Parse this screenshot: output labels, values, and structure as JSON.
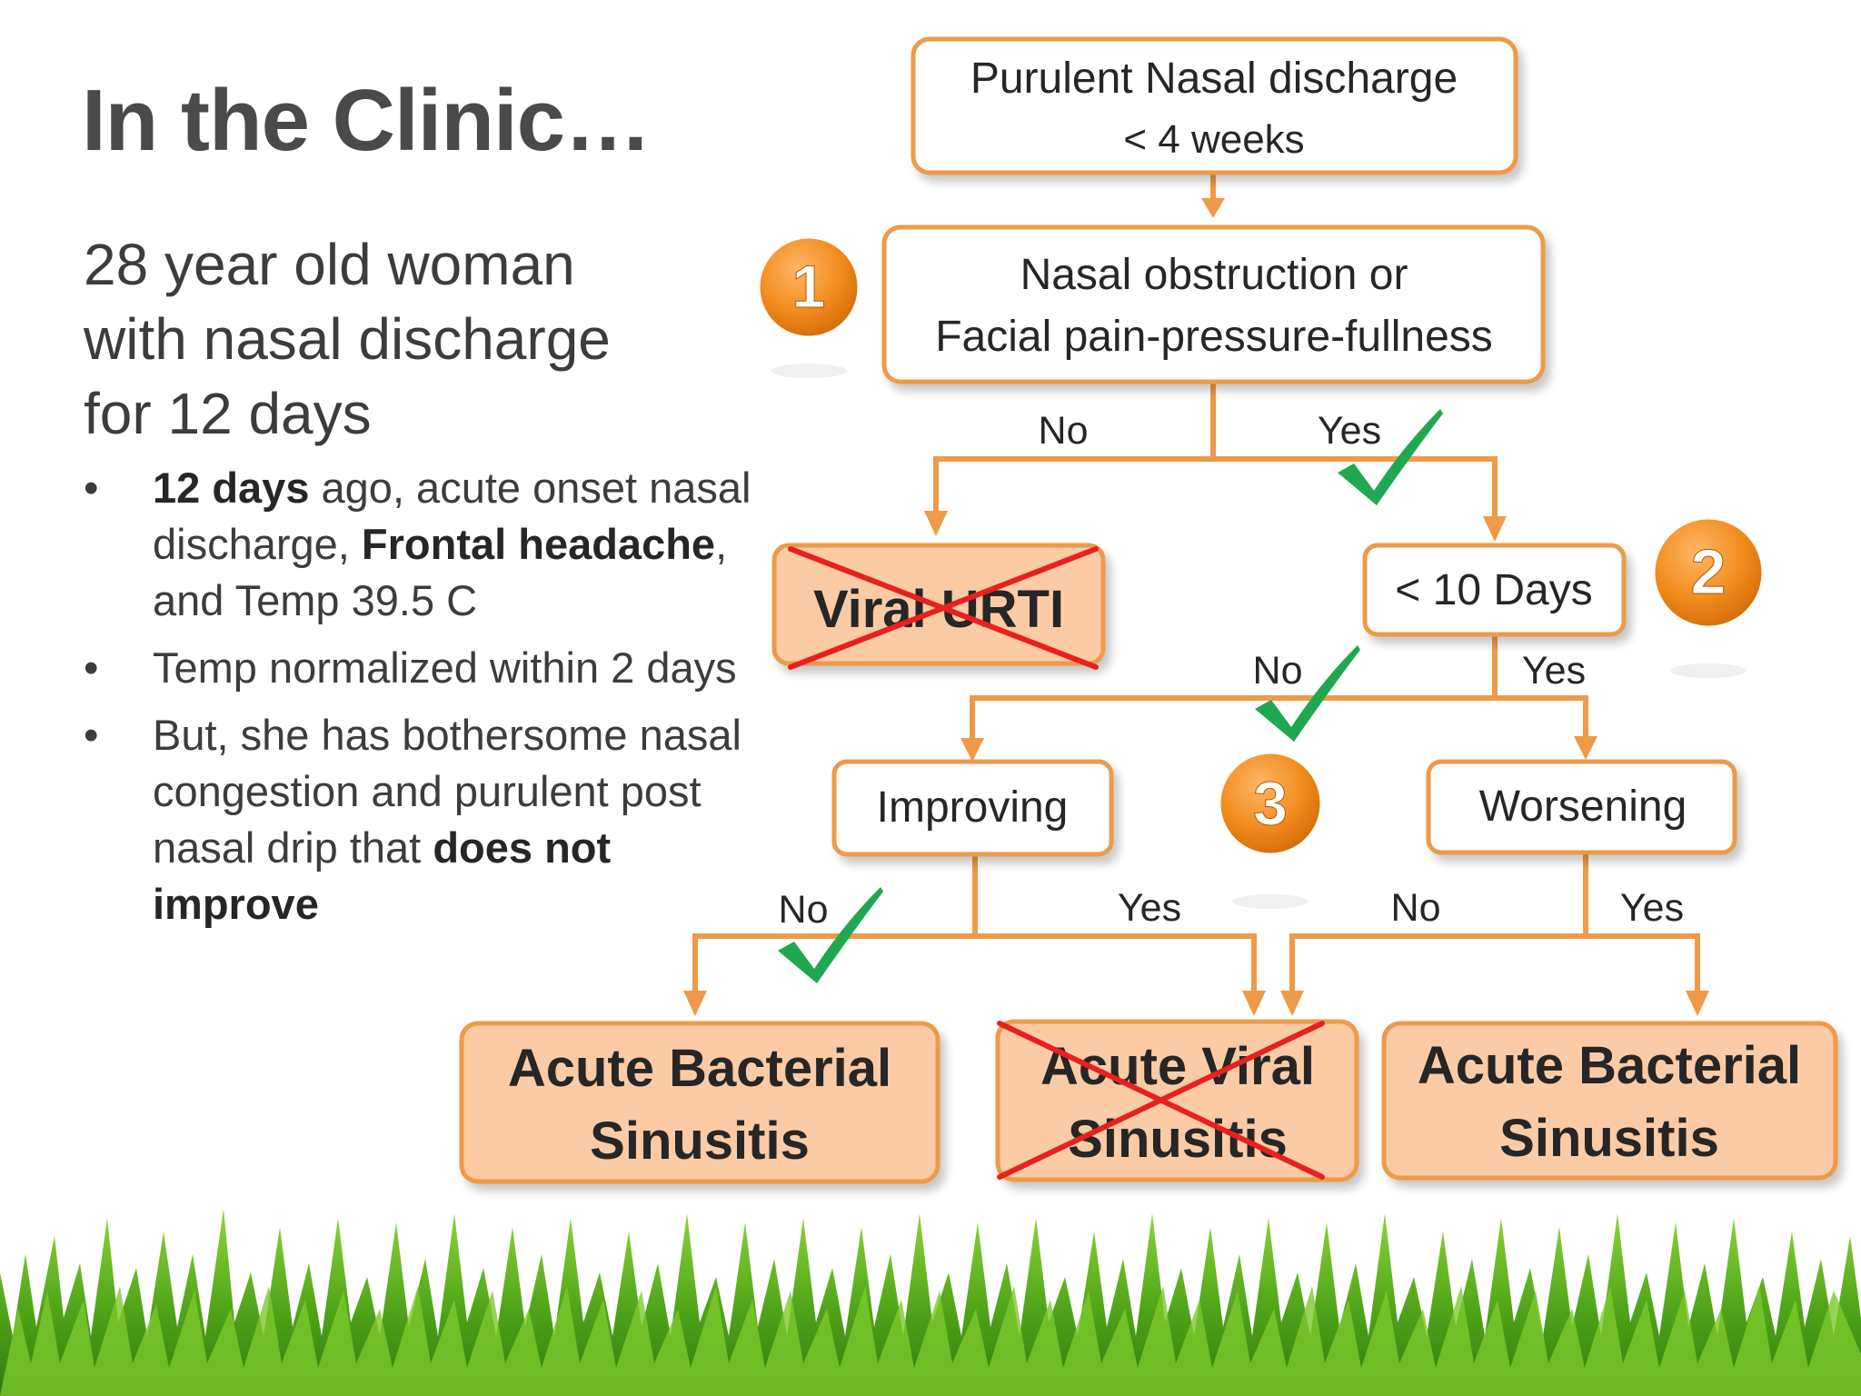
{
  "title": "In the Clinic…",
  "case": {
    "subtitle_lines": [
      "28 year old woman",
      "with nasal discharge",
      "for 12 days"
    ],
    "bullets": [
      {
        "runs": [
          {
            "text": "12 days",
            "bold": true
          },
          {
            "text": " ago, acute onset nasal discharge, ",
            "bold": false
          },
          {
            "text": "Frontal headache",
            "bold": true
          },
          {
            "text": ", and Temp 39.5 C",
            "bold": false
          }
        ]
      },
      {
        "runs": [
          {
            "text": "Temp normalized within 2 days",
            "bold": false
          }
        ]
      },
      {
        "runs": [
          {
            "text": "But, she has bothersome nasal congestion and purulent post nasal drip that ",
            "bold": false
          },
          {
            "text": "does not improve",
            "bold": true
          }
        ]
      }
    ]
  },
  "flowchart": {
    "boxes": {
      "discharge": {
        "lines": [
          "Purulent Nasal discharge",
          "< 4 weeks"
        ]
      },
      "obstruction": {
        "lines": [
          "Nasal obstruction or",
          "Facial pain-pressure-fullness"
        ]
      },
      "viral_urti": {
        "lines": [
          "Viral URTI"
        ],
        "crossed_out": true
      },
      "lt10days": {
        "lines": [
          "< 10 Days"
        ]
      },
      "improving": {
        "lines": [
          "Improving"
        ]
      },
      "worsening": {
        "lines": [
          "Worsening"
        ]
      },
      "abs_left": {
        "lines": [
          "Acute Bacterial",
          "Sinusitis"
        ]
      },
      "avs": {
        "lines": [
          "Acute Viral",
          "Sinusitis"
        ],
        "crossed_out": true
      },
      "abs_right": {
        "lines": [
          "Acute Bacterial",
          "Sinusitis"
        ]
      }
    },
    "branch_labels": {
      "obstruction_no": "No",
      "obstruction_yes": "Yes",
      "days_no": "No",
      "days_yes": "Yes",
      "improving_no": "No",
      "improving_yes": "Yes",
      "worsening_no": "No",
      "worsening_yes": "Yes"
    },
    "step_badges": [
      "1",
      "2",
      "3"
    ],
    "checkmarks_on": [
      "obstruction_yes",
      "days_no",
      "improving_no"
    ]
  },
  "colors": {
    "box_border": "#ee9a48",
    "arrow": "#ee9a48",
    "outcome_fill": "#fbcba6",
    "badge": "#f28c1e",
    "check": "#1fa84f",
    "cross": "#e8201e",
    "grass": "#5cae1e"
  },
  "icons": [
    "check-icon",
    "cross-out-icon",
    "grass-decoration"
  ]
}
